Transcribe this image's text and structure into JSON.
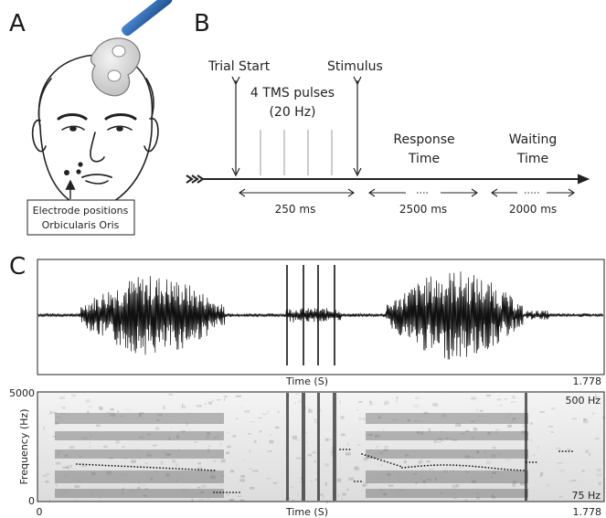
{
  "panels": {
    "a_letter": "A",
    "b_letter": "B",
    "c_letter": "C"
  },
  "panel_a": {
    "label_line1": "Electrode positions",
    "label_line2": "Orbicularis Oris"
  },
  "panel_b": {
    "trial_start": "Trial Start",
    "stimulus": "Stimulus",
    "tms_line1": "4 TMS pulses",
    "tms_line2": "(20 Hz)",
    "response_line1": "Response",
    "response_line2": "Time",
    "waiting_line1": "Waiting",
    "waiting_line2": "Time",
    "dur_tms": "250 ms",
    "dur_response": "2500 ms",
    "dur_waiting": "2000 ms"
  },
  "panel_c": {
    "wave_xlabel": "Time (S)",
    "wave_xmax": "1.778",
    "spec_ylabel": "Frequency (Hz)",
    "spec_ymax": "5000",
    "spec_ymin": "0",
    "spec_xmin": "0",
    "spec_xlabel": "Time (S)",
    "spec_xmax": "1.778",
    "pitch_top": "500 Hz",
    "pitch_bottom": "75 Hz"
  },
  "colors": {
    "coil_handle": "#2f6db5",
    "coil_body": "#d9d9d9",
    "ink": "#1a1a1a"
  }
}
